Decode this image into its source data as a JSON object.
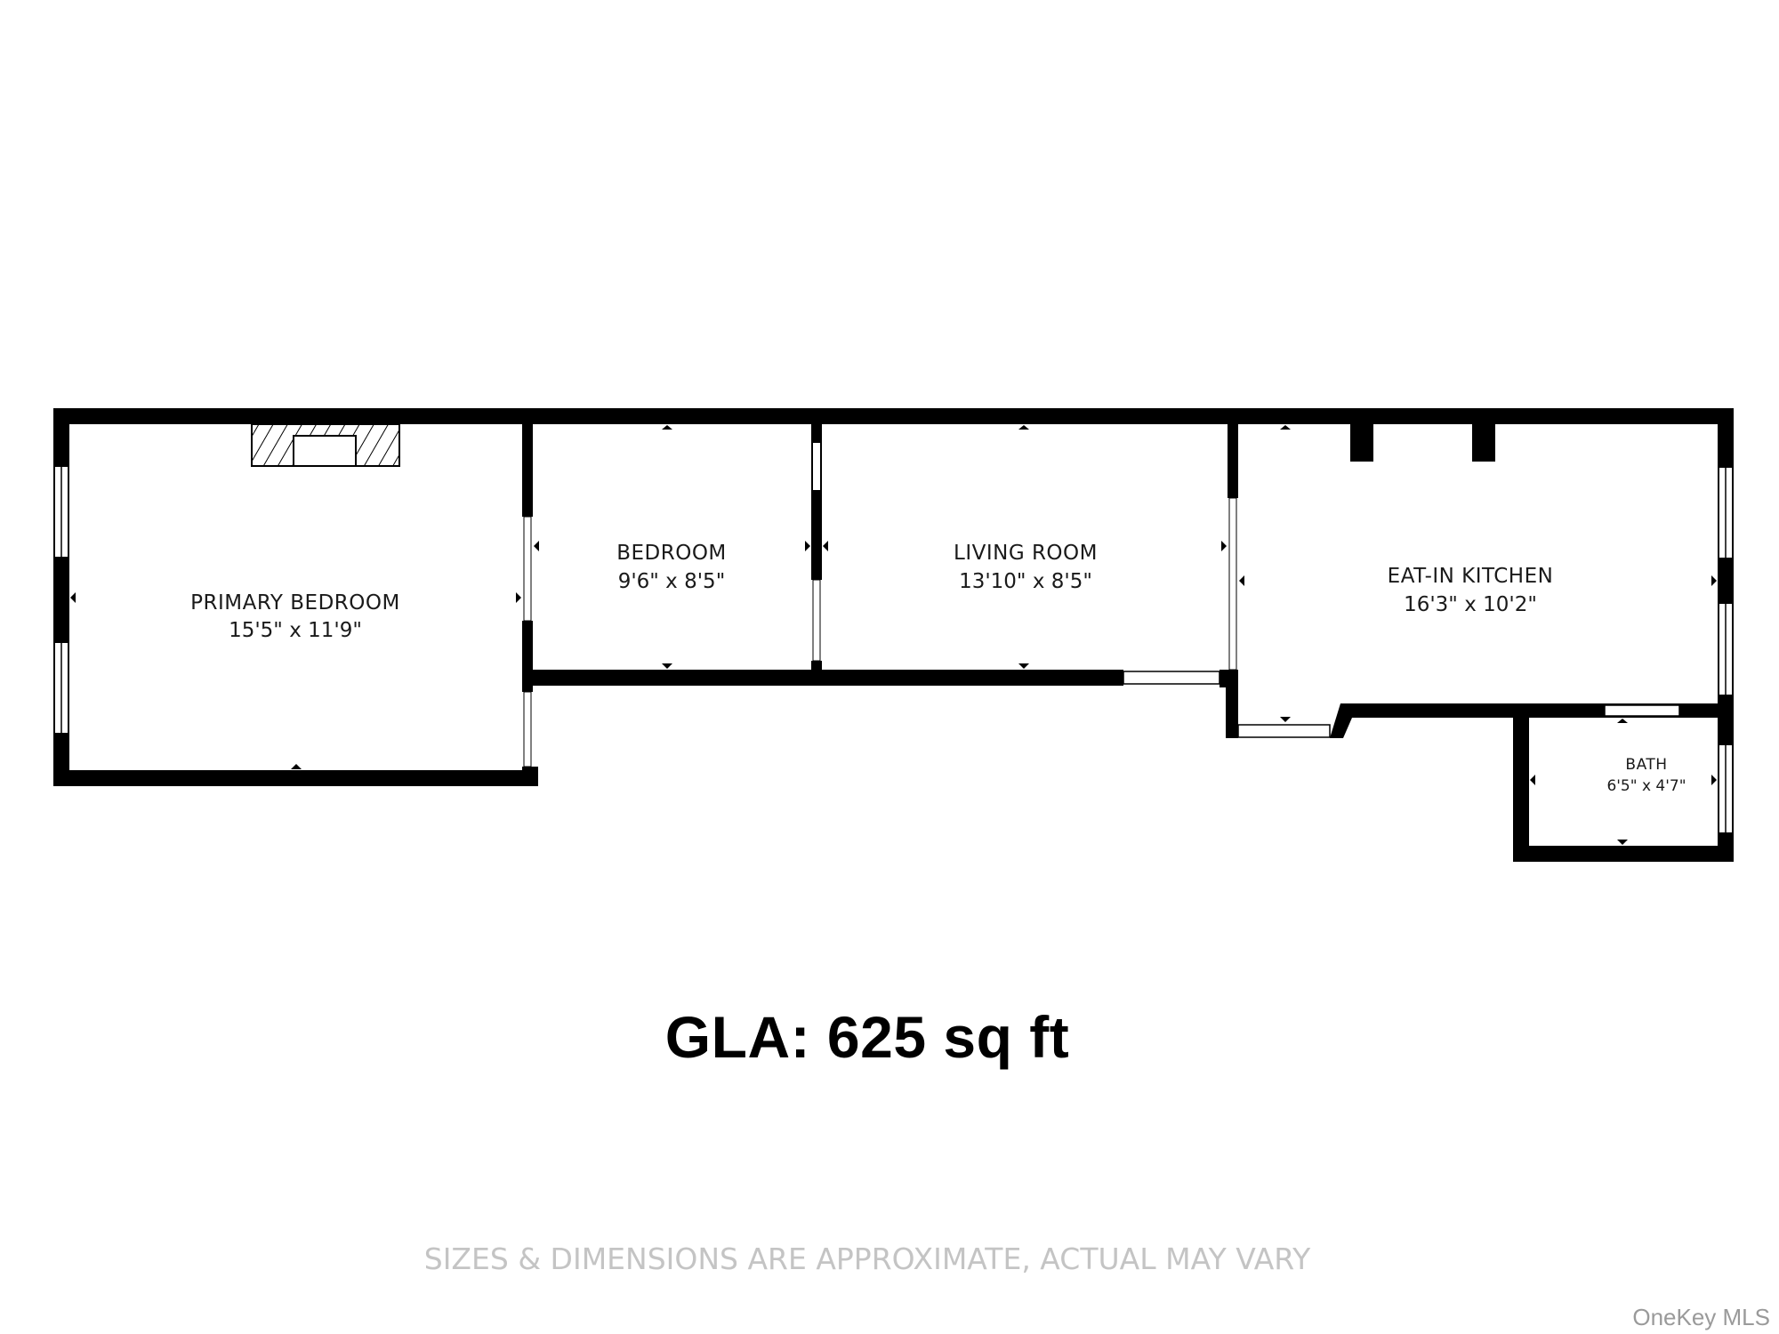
{
  "rooms": {
    "primary_bedroom": {
      "name": "PRIMARY BEDROOM",
      "dims": "15'5\" x 11'9\""
    },
    "bedroom": {
      "name": "BEDROOM",
      "dims": "9'6\" x 8'5\""
    },
    "living_room": {
      "name": "LIVING ROOM",
      "dims": "13'10\" x 8'5\""
    },
    "kitchen": {
      "name": "EAT-IN KITCHEN",
      "dims": "16'3\" x 10'2\""
    },
    "bath": {
      "name": "BATH",
      "dims": "6'5\" x 4'7\""
    }
  },
  "gla": "GLA: 625 sq ft",
  "disclaimer": "SIZES & DIMENSIONS ARE APPROXIMATE, ACTUAL MAY VARY",
  "watermark": "OneKey MLS",
  "colors": {
    "wall": "#000000",
    "disclaimer": "#c4c4c4",
    "watermark": "#9a9a9a"
  }
}
